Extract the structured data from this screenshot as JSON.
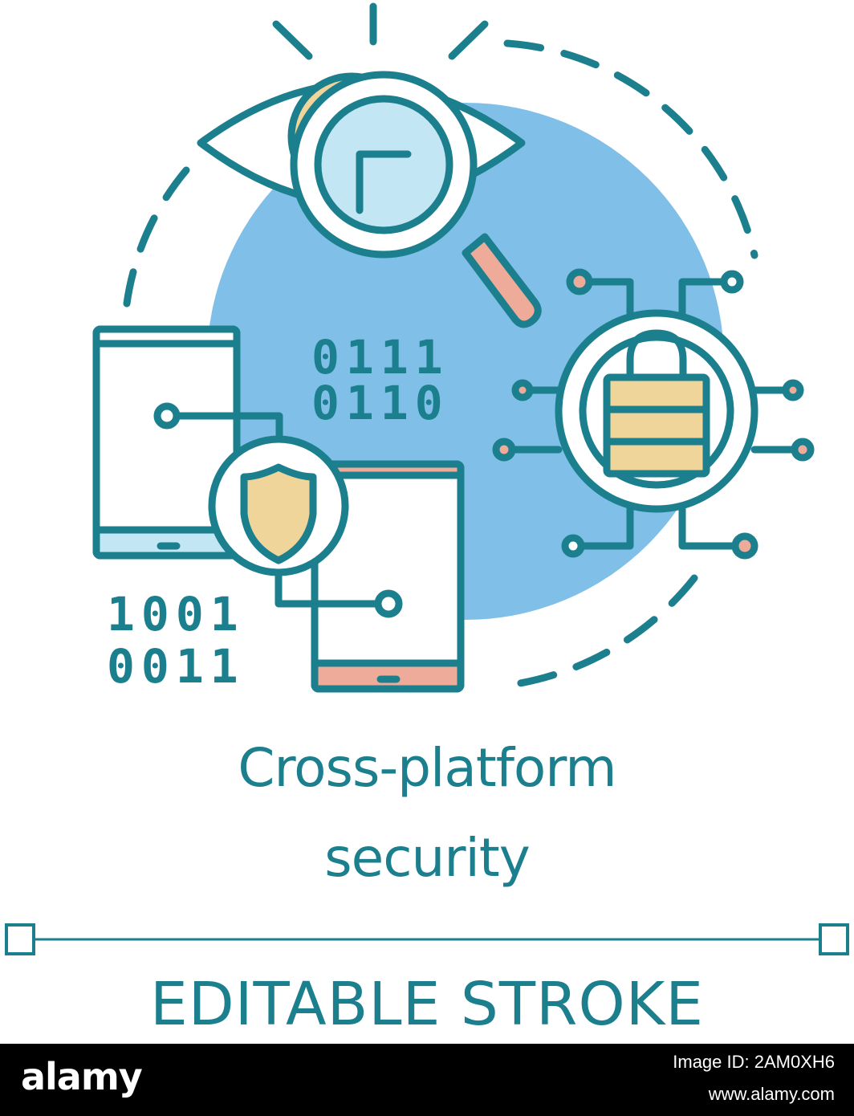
{
  "title": {
    "line1": "Cross-platform",
    "line2": "security"
  },
  "subtitle": "EDITABLE STROKE",
  "binary": {
    "center_top": "0111",
    "center_bottom": "0110",
    "left_top": "1001",
    "left_bottom": "0011"
  },
  "footer": {
    "logo": "alamy",
    "image_id": "Image ID: 2AM0XH6",
    "site": "www.alamy.com"
  },
  "icons": [
    "eye-icon",
    "magnifier-icon",
    "lock-icon",
    "shield-icon",
    "smartphone-icon",
    "tablet-icon",
    "circuit-icon"
  ],
  "colors": {
    "stroke": "#1b7f8e",
    "blue_fill": "#7fbfe8",
    "light_blue": "#c3e6f5",
    "yellow": "#f0d59a",
    "pink": "#eeab9a",
    "footer_bg": "#000000"
  }
}
